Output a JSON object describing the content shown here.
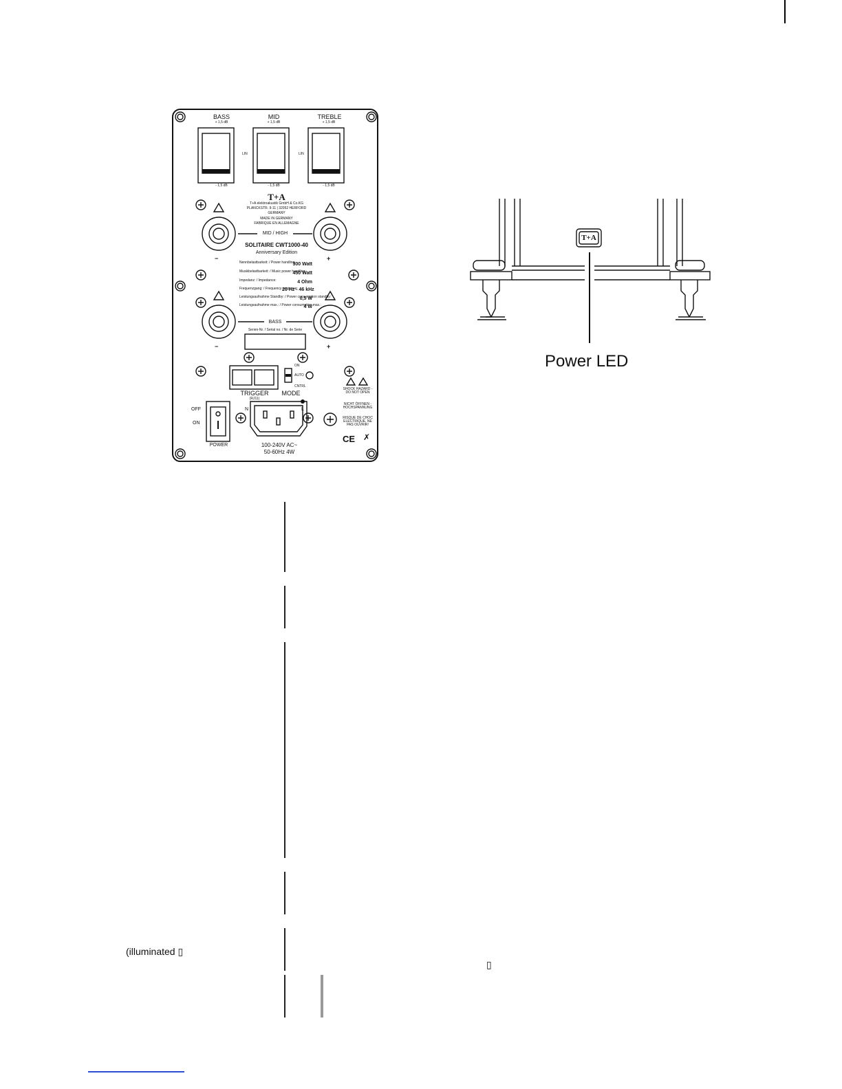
{
  "rear_panel": {
    "bass": {
      "label": "BASS",
      "plus": "+ 1,5 dB",
      "minus": "- 1,5 dB"
    },
    "mid": {
      "label": "MID",
      "plus": "+ 1,5 dB",
      "minus": "- 1,5 dB"
    },
    "treble": {
      "label": "TREBLE",
      "plus": "+ 1,5 dB",
      "minus": "- 1,5 dB"
    },
    "lin_label": "LIN",
    "brand_logo": "T+A",
    "company": "T+A elektroakustik GmbH & Co.KG",
    "address": "PLANCKSTR. 9-11 | 32052 HERFORD",
    "country": "GERMANY",
    "made_in": "MADE IN GERMANY",
    "made_in_fr": "FABRIQUE EN ALLEMAGNE",
    "mid_high_label": "MID / HIGH",
    "bass_label": "BASS",
    "model": "SOLITAIRE CWT1000-40",
    "edition": "Anniversary Edition",
    "minus": "−",
    "plus": "+",
    "specs": [
      {
        "name": "Nennbelastbarkeit: / Power handling:",
        "value": "300 Watt"
      },
      {
        "name": "Musikbelastbarkeit: / Music power handling:",
        "value": "450 Watt"
      },
      {
        "name": "Impedanz: / Impedance:",
        "value": "4 Ohm"
      },
      {
        "name": "Frequenzgang: / Frequency response:",
        "value": "20 Hz - 46 kHz"
      },
      {
        "name": "Leistungsaufnahme Standby: / Power consumption standby:",
        "value": "0,5 W"
      },
      {
        "name": "Leistungsaufnahme max.: / Power consumption max.:",
        "value": "4 W"
      }
    ],
    "serial_label": "Serien-Nr. / Serial no. / Nr. de Serie",
    "trigger_label": "TRIGGER",
    "trigger_sub": "(RJ11)",
    "mode_label": "MODE",
    "mode_on": "ON",
    "mode_auto": "AUTO",
    "mode_cntrl": "CNTRL",
    "shock_warning": "SHOCK HAZARD - DO NOT OPEN",
    "nicht_offnen": "NICHT ÖFFNEN - HOCHSPANNUNG",
    "risque": "RISQUE DE CHOC ELECTRIQUE, NE PAS OUVRIR!",
    "ce_mark": "CE",
    "off_label": "OFF",
    "on_label": "ON",
    "power_label": "POWER",
    "n_label": "N",
    "l_label": "L",
    "voltage": "100-240V AC~",
    "frequency": "50-60Hz   4W"
  },
  "stand_figure": {
    "logo": "T+A",
    "power_led_label": "Power LED"
  },
  "text_fragments": {
    "illuminated": "(illuminated ▯",
    "glyph": "▯"
  }
}
